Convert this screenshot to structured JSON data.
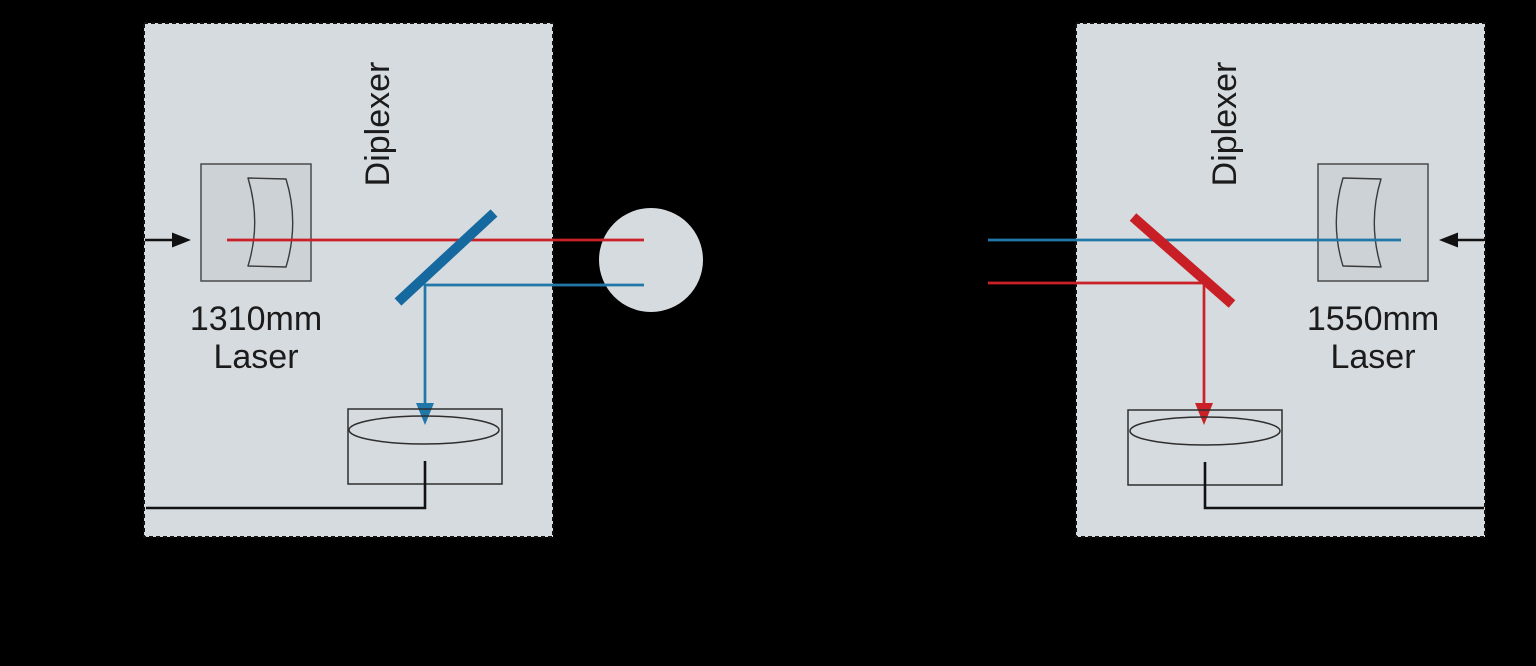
{
  "colors": {
    "background": "#000000",
    "box_fill": "#d6dbdf",
    "laser_box_fill": "#cdd2d6",
    "beam_red": "#c92127",
    "beam_blue": "#2177a8",
    "splitter_red": "#c81f26",
    "splitter_blue": "#15699e",
    "line_black": "#111111",
    "text_color": "#1b1b1b"
  },
  "left_terminal": {
    "diplexer_label": "Diplexer",
    "laser_label_line1": "1310mm",
    "laser_label_line2": "Laser"
  },
  "right_terminal": {
    "diplexer_label": "Diplexer",
    "laser_label_line1": "1550mm",
    "laser_label_line2": "Laser"
  }
}
